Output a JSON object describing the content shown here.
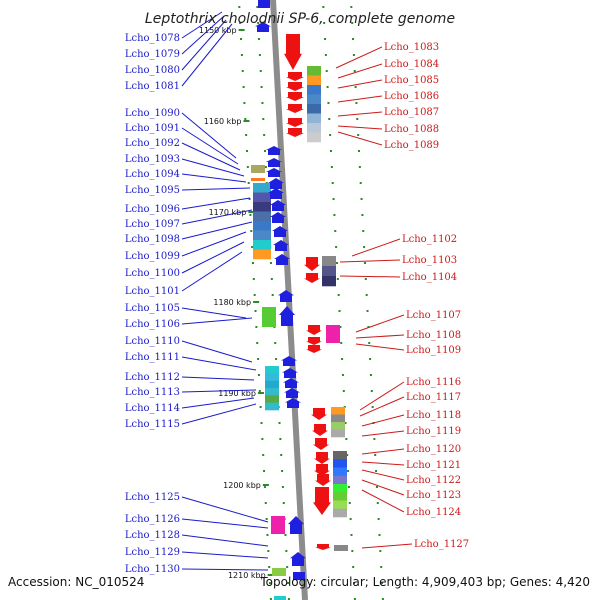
{
  "title": "Leptothrix cholodnii SP-6, complete genome",
  "footer": {
    "accession": "Accession: NC_010524",
    "topology": "Topology: circular; Length: 4,909,403 bp; Genes: 4,420"
  },
  "colors": {
    "backbone": "#8c8c8c",
    "reverse_label": "#1a1acc",
    "forward_label": "#cc1a1a",
    "tick": "#2a8a2a"
  },
  "kbp_ticks": [
    "1150 kbp",
    "1160 kbp",
    "1170 kbp",
    "1180 kbp",
    "1190 kbp",
    "1200 kbp",
    "1210 kbp"
  ],
  "left_genes": [
    "Lcho_1078",
    "Lcho_1079",
    "Lcho_1080",
    "Lcho_1081",
    "Lcho_1090",
    "Lcho_1091",
    "Lcho_1092",
    "Lcho_1093",
    "Lcho_1094",
    "Lcho_1095",
    "Lcho_1096",
    "Lcho_1097",
    "Lcho_1098",
    "Lcho_1099",
    "Lcho_1100",
    "Lcho_1101",
    "Lcho_1105",
    "Lcho_1106",
    "Lcho_1110",
    "Lcho_1111",
    "Lcho_1112",
    "Lcho_1113",
    "Lcho_1114",
    "Lcho_1115",
    "Lcho_1125",
    "Lcho_1126",
    "Lcho_1128",
    "Lcho_1129",
    "Lcho_1130"
  ],
  "right_genes": [
    "Lcho_1083",
    "Lcho_1084",
    "Lcho_1085",
    "Lcho_1086",
    "Lcho_1087",
    "Lcho_1088",
    "Lcho_1089",
    "Lcho_1102",
    "Lcho_1103",
    "Lcho_1104",
    "Lcho_1107",
    "Lcho_1108",
    "Lcho_1109",
    "Lcho_1116",
    "Lcho_1117",
    "Lcho_1118",
    "Lcho_1119",
    "Lcho_1120",
    "Lcho_1121",
    "Lcho_1122",
    "Lcho_1123",
    "Lcho_1124",
    "Lcho_1127"
  ]
}
